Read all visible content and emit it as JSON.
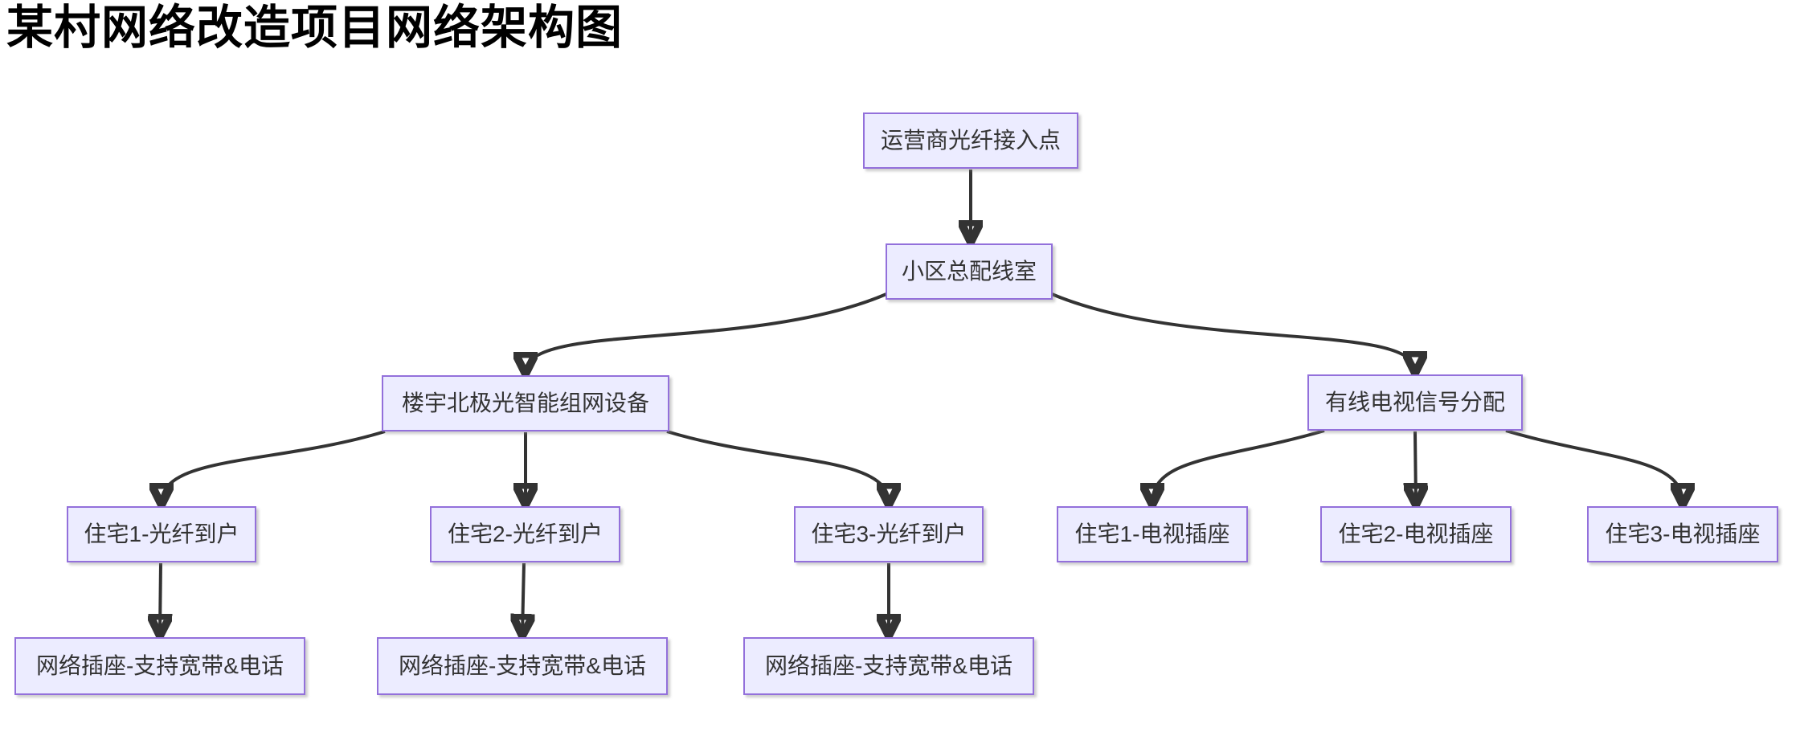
{
  "title": "某村网络改造项目网络架构图",
  "diagram": {
    "type": "flowchart-top-down",
    "colors": {
      "node_fill": "#ECECFF",
      "node_border": "#9370DB",
      "node_text": "#333333",
      "edge": "#333333",
      "title_text": "#000000",
      "background": "#FFFFFF"
    },
    "nodes": {
      "isp": {
        "label": "运营商光纤接入点"
      },
      "mdf": {
        "label": "小区总配线室"
      },
      "aurora": {
        "label": "楼宇北极光智能组网设备"
      },
      "catv": {
        "label": "有线电视信号分配"
      },
      "h1f": {
        "label": "住宅1-光纤到户"
      },
      "h2f": {
        "label": "住宅2-光纤到户"
      },
      "h3f": {
        "label": "住宅3-光纤到户"
      },
      "h1tv": {
        "label": "住宅1-电视插座"
      },
      "h2tv": {
        "label": "住宅2-电视插座"
      },
      "h3tv": {
        "label": "住宅3-电视插座"
      },
      "b1": {
        "label": "网络插座-支持宽带&电话"
      },
      "b2": {
        "label": "网络插座-支持宽带&电话"
      },
      "b3": {
        "label": "网络插座-支持宽带&电话"
      }
    },
    "edges": [
      {
        "from": "运营商光纤接入点",
        "to": "小区总配线室"
      },
      {
        "from": "小区总配线室",
        "to": "楼宇北极光智能组网设备"
      },
      {
        "from": "小区总配线室",
        "to": "有线电视信号分配"
      },
      {
        "from": "楼宇北极光智能组网设备",
        "to": "住宅1-光纤到户"
      },
      {
        "from": "楼宇北极光智能组网设备",
        "to": "住宅2-光纤到户"
      },
      {
        "from": "楼宇北极光智能组网设备",
        "to": "住宅3-光纤到户"
      },
      {
        "from": "有线电视信号分配",
        "to": "住宅1-电视插座"
      },
      {
        "from": "有线电视信号分配",
        "to": "住宅2-电视插座"
      },
      {
        "from": "有线电视信号分配",
        "to": "住宅3-电视插座"
      },
      {
        "from": "住宅1-光纤到户",
        "to": "网络插座-支持宽带&电话"
      },
      {
        "from": "住宅2-光纤到户",
        "to": "网络插座-支持宽带&电话"
      },
      {
        "from": "住宅3-光纤到户",
        "to": "网络插座-支持宽带&电话"
      }
    ]
  }
}
